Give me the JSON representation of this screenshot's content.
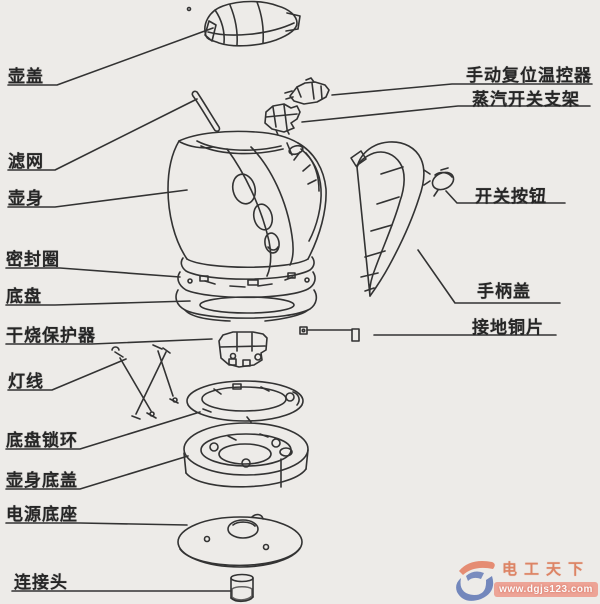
{
  "page": {
    "background": "#edebe8",
    "ink": "#333333"
  },
  "diagram_subject": "electric-kettle-exploded-view",
  "labels": {
    "left": [
      {
        "id": "kettle-lid",
        "text": "壶盖"
      },
      {
        "id": "filter",
        "text": "滤网"
      },
      {
        "id": "kettle-body",
        "text": "壶身"
      },
      {
        "id": "seal-ring",
        "text": "密封圈"
      },
      {
        "id": "base-plate",
        "text": "底盘"
      },
      {
        "id": "dry-burn-protector",
        "text": "干烧保护器"
      },
      {
        "id": "lamp-wire",
        "text": "灯线"
      },
      {
        "id": "base-lock-ring",
        "text": "底盘锁环"
      },
      {
        "id": "body-bottom-cover",
        "text": "壶身底盖"
      },
      {
        "id": "power-base",
        "text": "电源底座"
      },
      {
        "id": "connector",
        "text": "连接头"
      }
    ],
    "right": [
      {
        "id": "manual-reset-thermostat",
        "text": "手动复位温控器"
      },
      {
        "id": "steam-switch-bracket",
        "text": "蒸汽开关支架"
      },
      {
        "id": "switch-button",
        "text": "开关按钮"
      },
      {
        "id": "handle-cover",
        "text": "手柄盖"
      },
      {
        "id": "ground-copper-strip",
        "text": "接地铜片"
      }
    ]
  },
  "watermark": {
    "brand": "电工天下",
    "url": "www.dgjs123.com",
    "brand_color": "#d96b45",
    "band_color": "#ee9383",
    "logo_orange": "#e2603c",
    "logo_blue": "#3a58a8"
  }
}
